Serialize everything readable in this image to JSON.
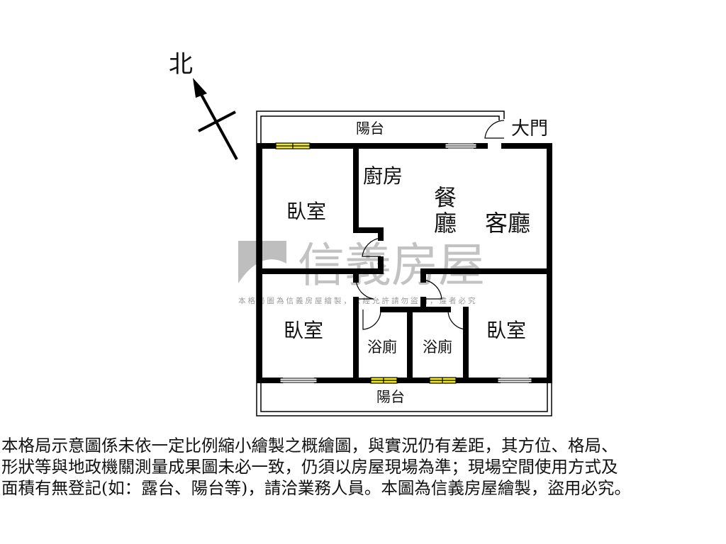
{
  "compass": {
    "north_label": "北"
  },
  "rooms": {
    "balcony_top": "陽台",
    "main_door": "大門",
    "kitchen": "廚房",
    "dining_1": "餐",
    "dining_2": "廳",
    "living": "客廳",
    "bedroom_nw": "臥室",
    "bedroom_sw": "臥室",
    "bathroom_1": "浴廁",
    "bathroom_2": "浴廁",
    "bedroom_se": "臥室",
    "balcony_bottom": "陽台"
  },
  "watermark": {
    "brand": "信義房屋",
    "notice": "本格局圖為信義房屋繪製，未經允許請勿盜用，違者必究"
  },
  "disclaimer": [
    "本格局示意圖係未依一定比例縮小繪製之概繪圖，與實況仍有差距，其方位、格局、",
    "形狀等與地政機關測量成果圖未必一致，仍須以房屋現場為準；現場空間使用方式及",
    "面積有無登記(如：露台、陽台等)，請洽業務人員。本圖為信義房屋繪製，盜用必究。"
  ],
  "colors": {
    "wall": "#000000",
    "window": "#f2ea1c",
    "watermark": "#9a9a9a"
  }
}
